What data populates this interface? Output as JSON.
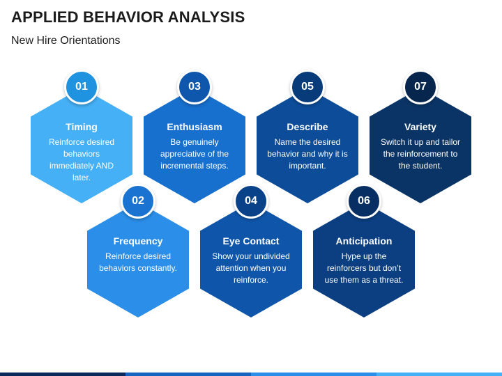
{
  "header": {
    "title": "APPLIED BEHAVIOR ANALYSIS",
    "subtitle": "New Hire Orientations"
  },
  "steps": [
    {
      "num": "01",
      "title": "Timing",
      "desc": "Reinforce desired behaviors immediately AND later.",
      "color": "#45b0f5",
      "badge": "#1f93e0"
    },
    {
      "num": "02",
      "title": "Frequency",
      "desc": "Reinforce desired behaviors constantly.",
      "color": "#2b8ee8",
      "badge": "#1a73d0"
    },
    {
      "num": "03",
      "title": "Enthusiasm",
      "desc": "Be genuinely appreciative of the incremental steps.",
      "color": "#176fce",
      "badge": "#0e57ad"
    },
    {
      "num": "04",
      "title": "Eye Contact",
      "desc": "Show your undivided attention when you reinforce.",
      "color": "#0f56ab",
      "badge": "#0a428a"
    },
    {
      "num": "05",
      "title": "Describe",
      "desc": "Name the desired behavior and why it is important.",
      "color": "#0c4c99",
      "badge": "#083b7a"
    },
    {
      "num": "06",
      "title": "Anticipation",
      "desc": "Hype up the reinforcers but don’t use them as a threat.",
      "color": "#0b3f82",
      "badge": "#072f64"
    },
    {
      "num": "07",
      "title": "Variety",
      "desc": "Switch it up and tailor the reinforcement to the student.",
      "color": "#0a3466",
      "badge": "#06264d"
    }
  ],
  "colors": {
    "bar": [
      "#0b2a5c",
      "#1565c0",
      "#2b8ee8",
      "#45b0f5"
    ]
  }
}
